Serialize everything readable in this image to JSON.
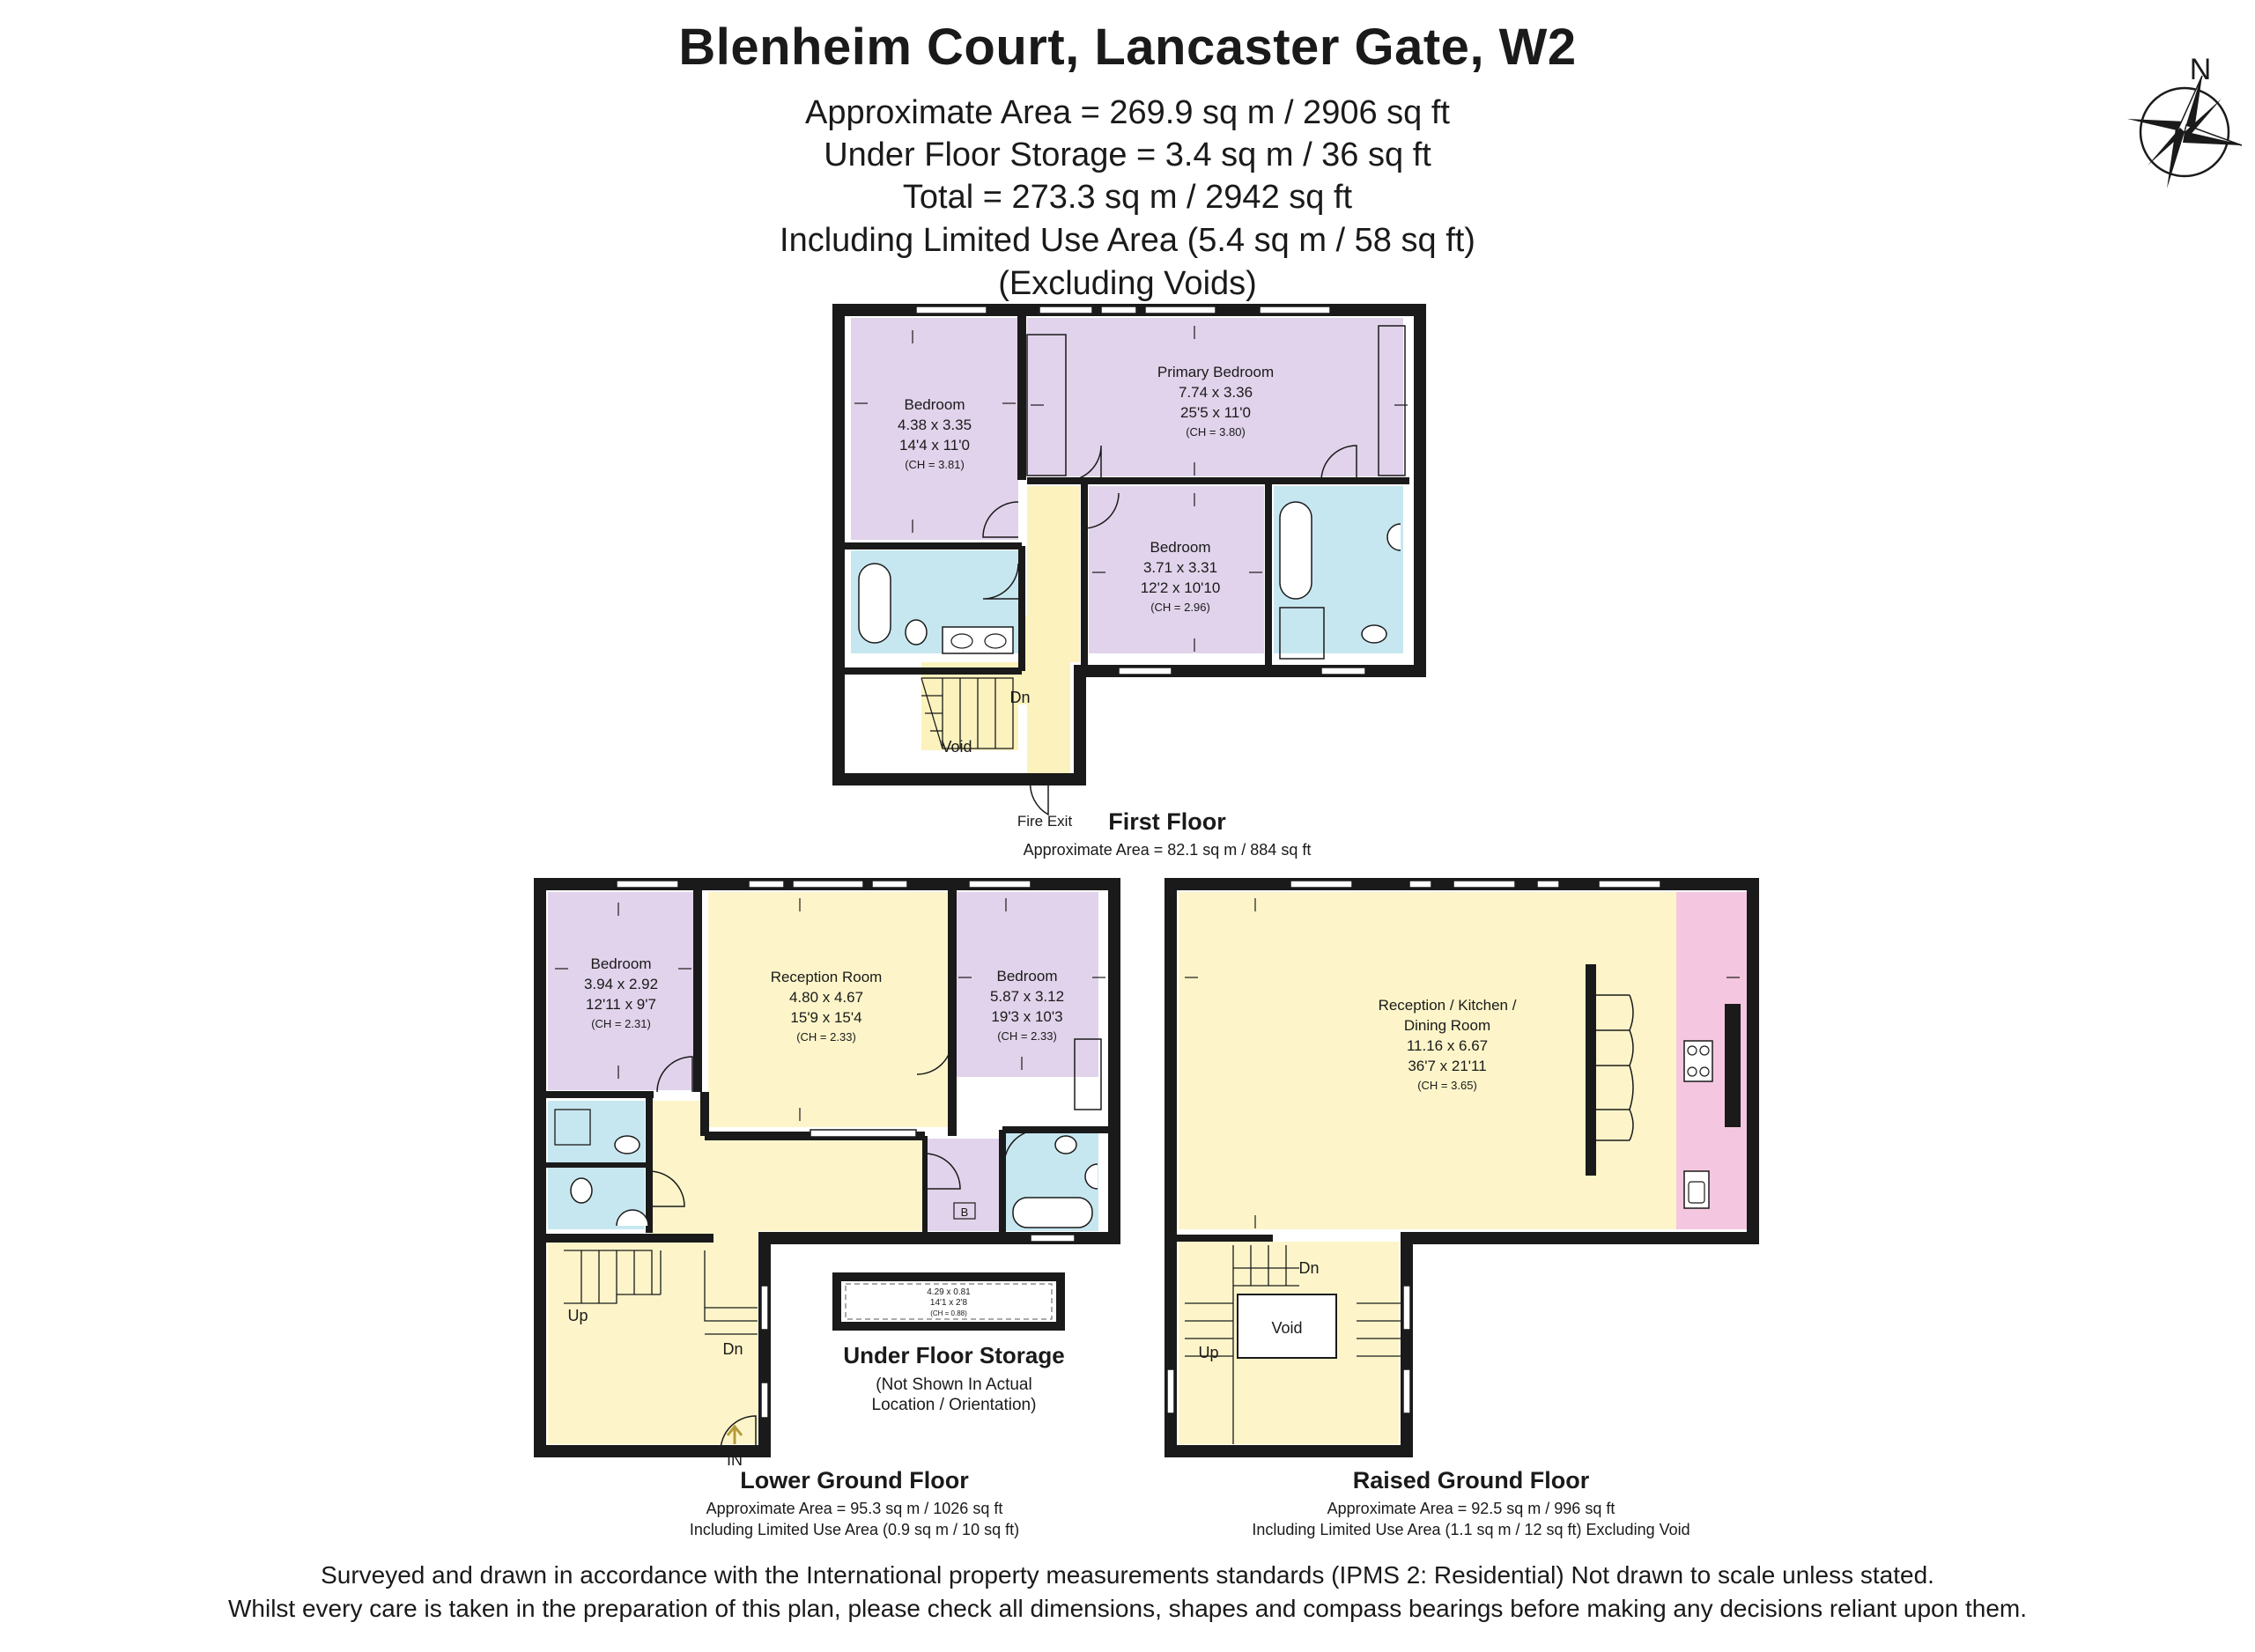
{
  "title": "Blenheim Court, Lancaster Gate, W2",
  "area_lines": [
    "Approximate Area = 269.9 sq m / 2906 sq ft",
    "Under Floor Storage = 3.4 sq m / 36 sq ft",
    "Total = 273.3 sq m / 2942 sq ft",
    "Including Limited Use Area (5.4 sq m / 58 sq ft)",
    "(Excluding Voids)"
  ],
  "compass": {
    "north_label": "N",
    "icon": "compass-rose-icon"
  },
  "colors": {
    "walls": "#1a1a1a",
    "bedroom": "#e1d3eb",
    "bathroom": "#c7e7f0",
    "living": "#fdf5c9",
    "hall": "#fcf2bd",
    "kitchen_counter": "#f5c6df",
    "void": "#ffffff"
  },
  "floors": {
    "first": {
      "name": "First Floor",
      "area": "Approximate Area = 82.1 sq m / 884 sq ft",
      "rooms": [
        {
          "name": "Bedroom",
          "metric": "4.38 x 3.35",
          "imperial": "14'4 x 11'0",
          "ch": "(CH = 3.81)"
        },
        {
          "name": "Primary Bedroom",
          "metric": "7.74 x 3.36",
          "imperial": "25'5 x 11'0",
          "ch": "(CH = 3.80)"
        },
        {
          "name": "Bedroom",
          "metric": "3.71 x 3.31",
          "imperial": "12'2 x 10'10",
          "ch": "(CH = 2.96)"
        }
      ],
      "labels": {
        "dn": "Dn",
        "void": "Void",
        "fire_exit": "Fire Exit"
      }
    },
    "lower_ground": {
      "name": "Lower Ground Floor",
      "area": "Approximate Area = 95.3 sq m / 1026 sq ft",
      "limited": "Including Limited Use Area (0.9 sq m / 10 sq ft)",
      "rooms": [
        {
          "name": "Bedroom",
          "metric": "3.94 x 2.92",
          "imperial": "12'11 x 9'7",
          "ch": "(CH = 2.31)"
        },
        {
          "name": "Reception Room",
          "metric": "4.80 x 4.67",
          "imperial": "15'9 x 15'4",
          "ch": "(CH = 2.33)"
        },
        {
          "name": "Bedroom",
          "metric": "5.87 x 3.12",
          "imperial": "19'3 x 10'3",
          "ch": "(CH = 2.33)"
        }
      ],
      "labels": {
        "up": "Up",
        "dn": "Dn",
        "in": "IN",
        "boiler": "B"
      }
    },
    "raised_ground": {
      "name": "Raised Ground Floor",
      "area": "Approximate Area = 92.5 sq m / 996 sq ft",
      "limited": "Including Limited Use Area (1.1 sq m / 12 sq ft) Excluding Void",
      "room": {
        "name1": "Reception / Kitchen /",
        "name2": "Dining Room",
        "metric": "11.16 x 6.67",
        "imperial": "36'7 x 21'11",
        "ch": "(CH = 3.65)"
      },
      "labels": {
        "dn": "Dn",
        "up": "Up",
        "void": "Void"
      }
    },
    "storage": {
      "name": "Under Floor Storage",
      "note1": "(Not Shown In Actual",
      "note2": "Location / Orientation)",
      "metric": "4.29 x 0.81",
      "imperial": "14'1 x 2'8",
      "ch": "(CH = 0.88)"
    }
  },
  "footer": [
    "Surveyed and drawn in accordance with the International property measurements standards (IPMS 2: Residential) Not drawn to scale unless stated.",
    "Whilst every care is taken in the preparation of this plan, please check all dimensions, shapes and compass bearings before making any decisions reliant upon them."
  ]
}
